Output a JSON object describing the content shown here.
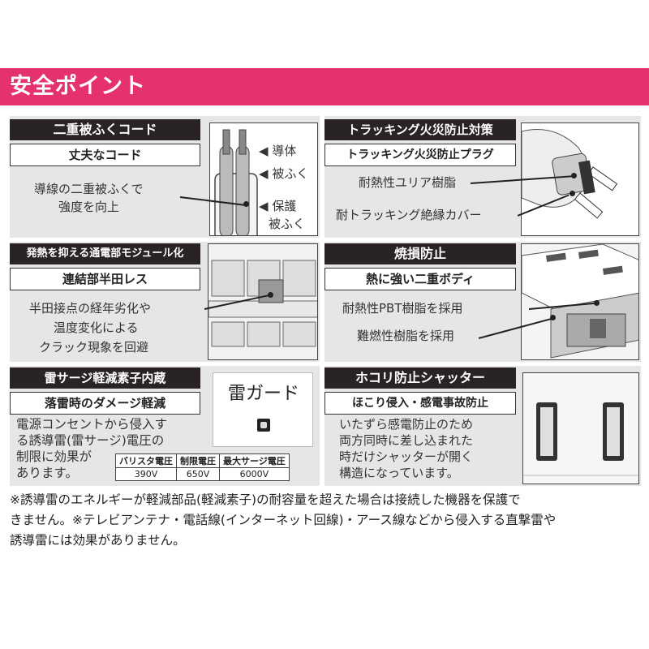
{
  "header": {
    "title": "安全ポイント"
  },
  "panels": {
    "double_coat": {
      "bar": "二重被ふくコード",
      "sub": "丈夫なコード",
      "desc": [
        "導線の二重被ふくで",
        "強度を向上"
      ],
      "labels": [
        "導体",
        "被ふく",
        "保護",
        "被ふく"
      ]
    },
    "tracking": {
      "bar": "トラッキング火災防止対策",
      "sub": "トラッキング火災防止プラグ",
      "labels": [
        "耐熱性ユリア樹脂",
        "耐トラッキング絶縁カバー"
      ]
    },
    "heat": {
      "bar": "発熱を抑える通電部モジュール化",
      "sub": "連結部半田レス",
      "desc": [
        "半田接点の経年劣化や",
        "温度変化による",
        "クラック現象を回避"
      ]
    },
    "burn": {
      "bar": "焼損防止",
      "sub": "熱に強い二重ボディ",
      "labels": [
        "耐熱性PBT樹脂を採用",
        "難燃性樹脂を採用"
      ]
    },
    "surge": {
      "bar": "雷サージ軽減素子内蔵",
      "sub": "落雷時のダメージ軽減",
      "guard": "雷ガード",
      "desc": [
        "電源コンセントから侵入す",
        "る誘導雷(雷サージ)電圧の",
        "制限に効果が",
        "あります。"
      ],
      "table": {
        "headers": [
          "バリスタ電圧",
          "制限電圧",
          "最大サージ電圧"
        ],
        "values": [
          "390V",
          "650V",
          "6000V"
        ]
      }
    },
    "shutter": {
      "bar": "ホコリ防止シャッター",
      "sub": "ほこり侵入・感電事故防止",
      "desc": [
        "いたずら感電防止のため",
        "両方同時に差し込まれた",
        "時だけシャッターが開く",
        "構造になっています。"
      ]
    }
  },
  "footnote": [
    "※誘導雷のエネルギーが軽減部品(軽減素子)の耐容量を超えた場合は接続した機器を保護で",
    "きません。※テレビアンテナ・電話線(インターネット回線)・アース線などから侵入する直撃雷や",
    "誘導雷には効果がありません。"
  ],
  "colors": {
    "header": "#e5316f",
    "bar": "#2a2325",
    "panel": "#e6e6e6"
  }
}
